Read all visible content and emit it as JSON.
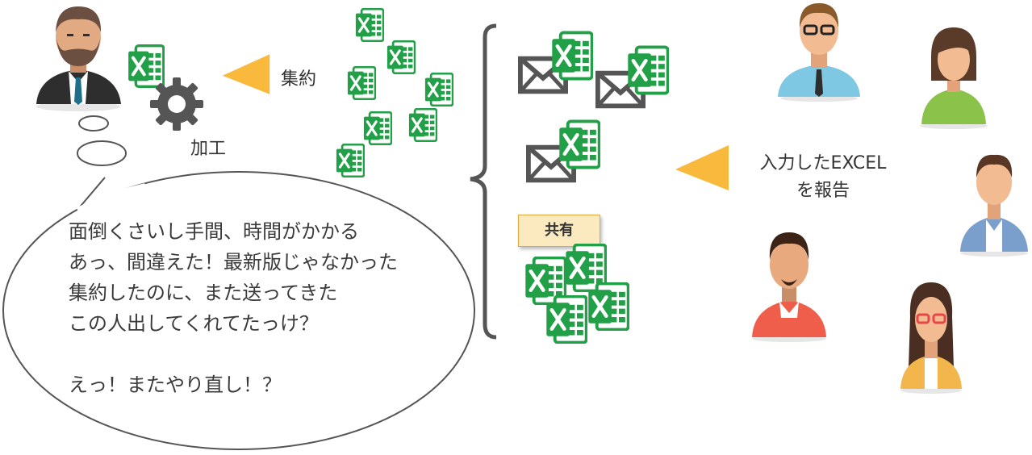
{
  "labels": {
    "aggregate": "集約",
    "process": "加工",
    "share": "共有",
    "report_line1": "入力したEXCEL",
    "report_line2": "を報告"
  },
  "thought": {
    "lines": [
      "面倒くさいし手間、時間がかかる",
      "あっ、間違えた！最新版じゃなかった",
      "集約したのに、また送ってきた",
      "この人出してくれてたっけ？",
      "",
      "えっ！またやり直し！？"
    ]
  },
  "colors": {
    "excel_green": "#21a047",
    "arrow_yellow": "#f8b93c",
    "gear_gray": "#555555",
    "envelope_gray": "#555555",
    "share_fill": "#fbe9c0"
  },
  "icons": {
    "excel": "excel-file-icon",
    "gear": "gear-icon",
    "mail": "envelope-icon",
    "arrow": "triangle-arrow-icon"
  }
}
